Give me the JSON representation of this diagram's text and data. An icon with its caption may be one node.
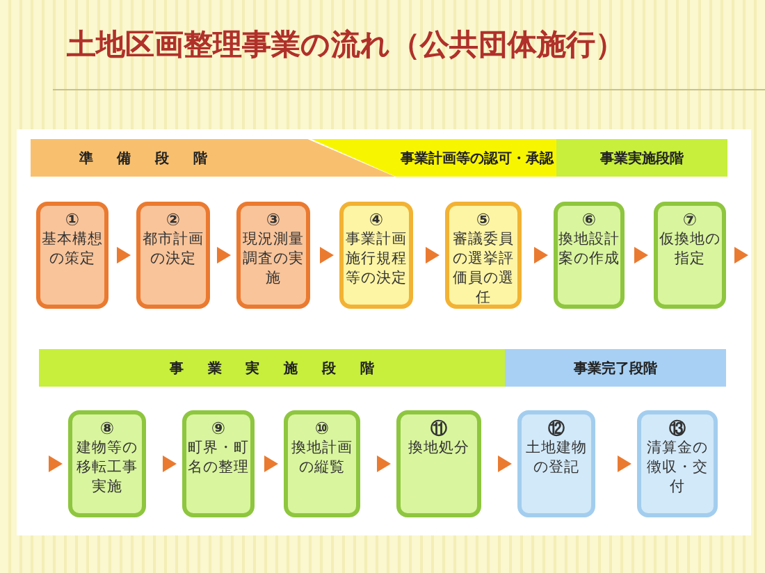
{
  "diagram": {
    "title": "土地区画整理事業の流れ（公共団体施行）",
    "nodes": [
      {
        "text": [
          "準 備 段 階"
        ]
      },
      {
        "text": [
          "事業計画等の認可・承認"
        ]
      },
      {
        "text": [
          "事業実施段階"
        ]
      },
      {
        "text": [
          "①",
          "基本構想の策定"
        ]
      },
      {
        "text": [
          "②",
          "都市計画の決定"
        ]
      },
      {
        "text": [
          "③",
          "現況測量調査の実施"
        ]
      },
      {
        "text": [
          "④",
          "事業計画施行規程等の決定"
        ]
      },
      {
        "text": [
          "⑤",
          "審議委員の選挙評価員の選任"
        ]
      },
      {
        "text": [
          "⑥",
          "換地設計案の作成"
        ]
      },
      {
        "text": [
          "⑦",
          "仮換地の指定"
        ]
      },
      {
        "text": [
          "事 業 実 施 段 階"
        ]
      },
      {
        "text": [
          "事業完了段階"
        ]
      },
      {
        "text": [
          "⑧",
          "建物等の移転工事実施"
        ]
      },
      {
        "text": [
          "⑨",
          "町界・町名の整理"
        ]
      },
      {
        "text": [
          "⑩",
          "換地計画の縦覧"
        ]
      },
      {
        "text": [
          "⑪",
          "換地処分"
        ]
      },
      {
        "text": [
          "⑫",
          "土地建物の登記"
        ]
      },
      {
        "text": [
          "⑬",
          "清算金の徴収・交付"
        ]
      }
    ],
    "edges": [
      {
        "from": 3,
        "to": 4,
        "arrow": "to"
      },
      {
        "from": 4,
        "to": 5,
        "arrow": "to"
      },
      {
        "from": 5,
        "to": 6,
        "arrow": "to"
      },
      {
        "from": 6,
        "to": 7,
        "arrow": "to"
      },
      {
        "from": 7,
        "to": 8,
        "arrow": "to"
      },
      {
        "from": 8,
        "to": 9,
        "arrow": "to"
      },
      {
        "from": 9,
        "to": null,
        "arrow": "to"
      },
      {
        "from": null,
        "to": 12,
        "arrow": "to"
      },
      {
        "from": 12,
        "to": 13,
        "arrow": "to"
      },
      {
        "from": 13,
        "to": 14,
        "arrow": "to"
      },
      {
        "from": 14,
        "to": 15,
        "arrow": "to"
      },
      {
        "from": 15,
        "to": 16,
        "arrow": "to"
      },
      {
        "from": 16,
        "to": 17,
        "arrow": "to"
      }
    ]
  }
}
